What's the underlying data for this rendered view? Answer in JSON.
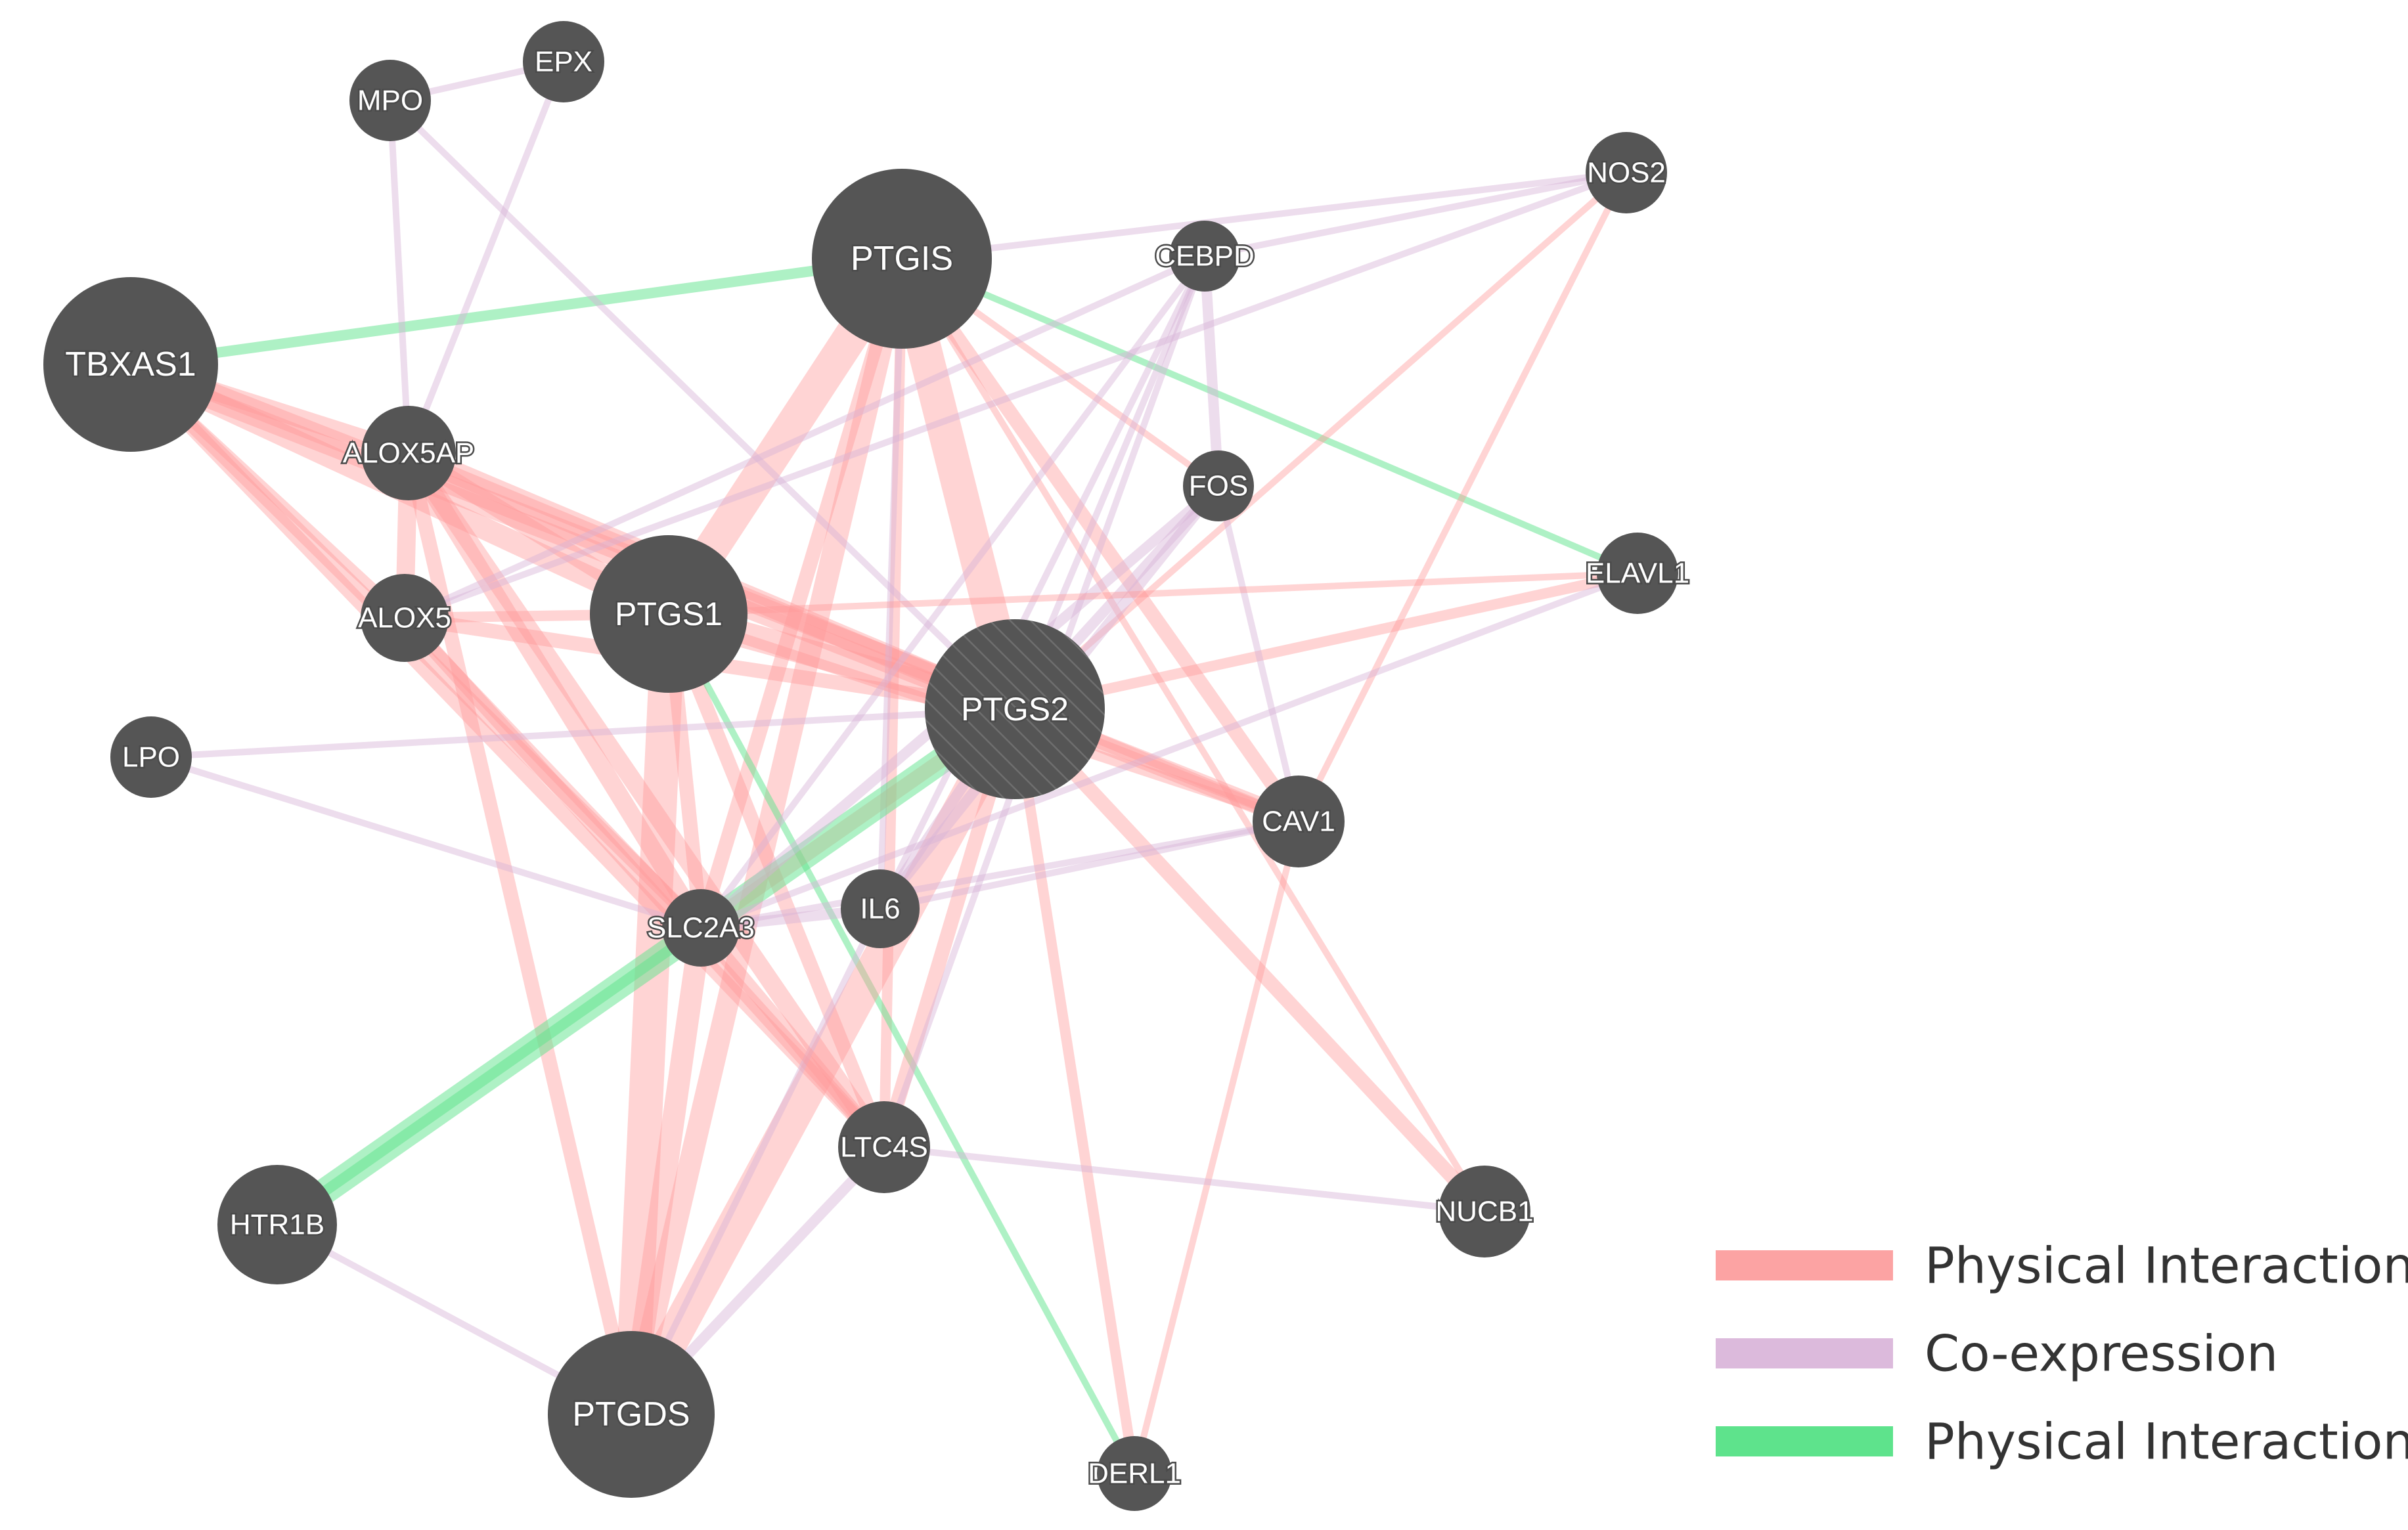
{
  "colors": {
    "node_fill": "#555555",
    "edge_physical": "#ff9999",
    "edge_coexpression": "#d8b4d8",
    "edge_physical_green": "#5ee38c",
    "legend_physical": "#fca3a3",
    "legend_coexpression": "#dcbadc",
    "legend_physical_green": "#5ee38c"
  },
  "legend": [
    {
      "label": "Physical Interactions",
      "color_key": "legend_physical"
    },
    {
      "label": "Co-expression",
      "color_key": "legend_coexpression"
    },
    {
      "label": "Physical Interactions",
      "color_key": "legend_physical_green"
    }
  ],
  "nodes": [
    {
      "id": "MPO",
      "label": "MPO"
    },
    {
      "id": "EPX",
      "label": "EPX"
    },
    {
      "id": "PTGIS",
      "label": "PTGIS"
    },
    {
      "id": "NOS2",
      "label": "NOS2"
    },
    {
      "id": "CEBPD",
      "label": "CEBPD"
    },
    {
      "id": "TBXAS1",
      "label": "TBXAS1"
    },
    {
      "id": "ALOX5AP",
      "label": "ALOX5AP"
    },
    {
      "id": "FOS",
      "label": "FOS"
    },
    {
      "id": "ELAVL1",
      "label": "ELAVL1"
    },
    {
      "id": "PTGS1",
      "label": "PTGS1"
    },
    {
      "id": "ALOX5",
      "label": "ALOX5"
    },
    {
      "id": "PTGS2",
      "label": "PTGS2",
      "query": true
    },
    {
      "id": "LPO",
      "label": "LPO"
    },
    {
      "id": "CAV1",
      "label": "CAV1"
    },
    {
      "id": "IL6",
      "label": "IL6"
    },
    {
      "id": "SLC2A3",
      "label": "SLC2A3"
    },
    {
      "id": "LTC4S",
      "label": "LTC4S"
    },
    {
      "id": "HTR1B",
      "label": "HTR1B"
    },
    {
      "id": "NUCB1",
      "label": "NUCB1"
    },
    {
      "id": "PTGDS",
      "label": "PTGDS"
    },
    {
      "id": "DERL1",
      "label": "DERL1"
    }
  ],
  "edges": [
    {
      "source": "TBXAS1",
      "target": "PTGS2",
      "type": "physical",
      "weight": 6
    },
    {
      "source": "TBXAS1",
      "target": "PTGS1",
      "type": "physical",
      "weight": 5
    },
    {
      "source": "TBXAS1",
      "target": "ALOX5AP",
      "type": "physical",
      "weight": 4
    },
    {
      "source": "TBXAS1",
      "target": "SLC2A3",
      "type": "physical",
      "weight": 3
    },
    {
      "source": "TBXAS1",
      "target": "LTC4S",
      "type": "physical",
      "weight": 3
    },
    {
      "source": "TBXAS1",
      "target": "CAV1",
      "type": "physical",
      "weight": 2
    },
    {
      "source": "TBXAS1",
      "target": "PTGIS",
      "type": "green",
      "weight": 2
    },
    {
      "source": "TBXAS1",
      "target": "ALOX5",
      "type": "physical",
      "weight": 2
    },
    {
      "source": "ALOX5AP",
      "target": "PTGS2",
      "type": "physical",
      "weight": 5
    },
    {
      "source": "ALOX5AP",
      "target": "PTGS1",
      "type": "physical",
      "weight": 4
    },
    {
      "source": "ALOX5AP",
      "target": "SLC2A3",
      "type": "physical",
      "weight": 4
    },
    {
      "source": "ALOX5AP",
      "target": "LTC4S",
      "type": "physical",
      "weight": 4
    },
    {
      "source": "ALOX5AP",
      "target": "ALOX5",
      "type": "physical",
      "weight": 4
    },
    {
      "source": "ALOX5AP",
      "target": "PTGDS",
      "type": "physical",
      "weight": 3
    },
    {
      "source": "ALOX5AP",
      "target": "CAV1",
      "type": "physical",
      "weight": 2
    },
    {
      "source": "ALOX5AP",
      "target": "MPO",
      "type": "coexp",
      "weight": 1
    },
    {
      "source": "ALOX5AP",
      "target": "EPX",
      "type": "coexp",
      "weight": 1
    },
    {
      "source": "ALOX5",
      "target": "PTGS2",
      "type": "physical",
      "weight": 3
    },
    {
      "source": "ALOX5",
      "target": "LTC4S",
      "type": "physical",
      "weight": 3
    },
    {
      "source": "ALOX5",
      "target": "SLC2A3",
      "type": "physical",
      "weight": 2
    },
    {
      "source": "ALOX5",
      "target": "PTGS1",
      "type": "physical",
      "weight": 2
    },
    {
      "source": "PTGIS",
      "target": "PTGS1",
      "type": "physical",
      "weight": 8
    },
    {
      "source": "PTGIS",
      "target": "PTGS2",
      "type": "physical",
      "weight": 8
    },
    {
      "source": "PTGIS",
      "target": "PTGDS",
      "type": "physical",
      "weight": 5
    },
    {
      "source": "PTGIS",
      "target": "SLC2A3",
      "type": "physical",
      "weight": 3
    },
    {
      "source": "PTGIS",
      "target": "CAV1",
      "type": "physical",
      "weight": 3
    },
    {
      "source": "PTGIS",
      "target": "LTC4S",
      "type": "physical",
      "weight": 2
    },
    {
      "source": "PTGIS",
      "target": "FOS",
      "type": "physical",
      "weight": 1
    },
    {
      "source": "PTGIS",
      "target": "NUCB1",
      "type": "physical",
      "weight": 1
    },
    {
      "source": "PTGIS",
      "target": "ELAVL1",
      "type": "green",
      "weight": 1
    },
    {
      "source": "PTGIS",
      "target": "NOS2",
      "type": "coexp",
      "weight": 1
    },
    {
      "source": "PTGIS",
      "target": "IL6",
      "type": "coexp",
      "weight": 1
    },
    {
      "source": "PTGS1",
      "target": "PTGS2",
      "type": "physical",
      "weight": 6
    },
    {
      "source": "PTGS1",
      "target": "PTGDS",
      "type": "physical",
      "weight": 8
    },
    {
      "source": "PTGS1",
      "target": "SLC2A3",
      "type": "physical",
      "weight": 3
    },
    {
      "source": "PTGS1",
      "target": "LTC4S",
      "type": "physical",
      "weight": 3
    },
    {
      "source": "PTGS1",
      "target": "CAV1",
      "type": "physical",
      "weight": 2
    },
    {
      "source": "PTGS1",
      "target": "DERL1",
      "type": "green",
      "weight": 1
    },
    {
      "source": "PTGS2",
      "target": "PTGDS",
      "type": "physical",
      "weight": 8
    },
    {
      "source": "PTGS2",
      "target": "SLC2A3",
      "type": "physical",
      "weight": 3
    },
    {
      "source": "PTGS2",
      "target": "LTC4S",
      "type": "physical",
      "weight": 3
    },
    {
      "source": "PTGS2",
      "target": "CAV1",
      "type": "physical",
      "weight": 4
    },
    {
      "source": "PTGS2",
      "target": "NUCB1",
      "type": "physical",
      "weight": 3
    },
    {
      "source": "PTGS2",
      "target": "ELAVL1",
      "type": "physical",
      "weight": 2
    },
    {
      "source": "PTGS2",
      "target": "NOS2",
      "type": "physical",
      "weight": 1
    },
    {
      "source": "PTGS2",
      "target": "DERL1",
      "type": "physical",
      "weight": 2
    },
    {
      "source": "PTGS2",
      "target": "HTR1B",
      "type": "green",
      "weight": 6
    },
    {
      "source": "PTGS2",
      "target": "IL6",
      "type": "coexp",
      "weight": 2
    },
    {
      "source": "PTGS2",
      "target": "MPO",
      "type": "coexp",
      "weight": 1
    },
    {
      "source": "PTGS2",
      "target": "LPO",
      "type": "coexp",
      "weight": 1
    },
    {
      "source": "PTGS2",
      "target": "CEBPD",
      "type": "coexp",
      "weight": 1
    },
    {
      "source": "FOS",
      "target": "CEBPD",
      "type": "coexp",
      "weight": 2
    },
    {
      "source": "FOS",
      "target": "SLC2A3",
      "type": "coexp",
      "weight": 2
    },
    {
      "source": "FOS",
      "target": "IL6",
      "type": "coexp",
      "weight": 2
    },
    {
      "source": "FOS",
      "target": "PTGS2",
      "type": "coexp",
      "weight": 2
    },
    {
      "source": "FOS",
      "target": "CAV1",
      "type": "coexp",
      "weight": 1
    },
    {
      "source": "CEBPD",
      "target": "IL6",
      "type": "coexp",
      "weight": 1
    },
    {
      "source": "CEBPD",
      "target": "SLC2A3",
      "type": "coexp",
      "weight": 1
    },
    {
      "source": "CEBPD",
      "target": "NOS2",
      "type": "coexp",
      "weight": 1
    },
    {
      "source": "CEBPD",
      "target": "ALOX5",
      "type": "coexp",
      "weight": 1
    },
    {
      "source": "CEBPD",
      "target": "LTC4S",
      "type": "coexp",
      "weight": 1
    },
    {
      "source": "NOS2",
      "target": "CAV1",
      "type": "physical",
      "weight": 1
    },
    {
      "source": "NOS2",
      "target": "ALOX5",
      "type": "coexp",
      "weight": 1
    },
    {
      "source": "ELAVL1",
      "target": "PTGS1",
      "type": "physical",
      "weight": 1
    },
    {
      "source": "ELAVL1",
      "target": "SLC2A3",
      "type": "coexp",
      "weight": 1
    },
    {
      "source": "CAV1",
      "target": "DERL1",
      "type": "physical",
      "weight": 1
    },
    {
      "source": "CAV1",
      "target": "IL6",
      "type": "coexp",
      "weight": 1
    },
    {
      "source": "CAV1",
      "target": "SLC2A3",
      "type": "coexp",
      "weight": 1
    },
    {
      "source": "LPO",
      "target": "SLC2A3",
      "type": "coexp",
      "weight": 1
    },
    {
      "source": "MPO",
      "target": "EPX",
      "type": "coexp",
      "weight": 1
    },
    {
      "source": "IL6",
      "target": "SLC2A3",
      "type": "coexp",
      "weight": 2
    },
    {
      "source": "IL6",
      "target": "PTGDS",
      "type": "coexp",
      "weight": 1
    },
    {
      "source": "SLC2A3",
      "target": "LTC4S",
      "type": "physical",
      "weight": 3
    },
    {
      "source": "SLC2A3",
      "target": "PTGDS",
      "type": "physical",
      "weight": 5
    },
    {
      "source": "SLC2A3",
      "target": "HTR1B",
      "type": "green",
      "weight": 2
    },
    {
      "source": "LTC4S",
      "target": "NUCB1",
      "type": "coexp",
      "weight": 1
    },
    {
      "source": "LTC4S",
      "target": "PTGDS",
      "type": "coexp",
      "weight": 2
    },
    {
      "source": "HTR1B",
      "target": "PTGDS",
      "type": "coexp",
      "weight": 1
    }
  ]
}
